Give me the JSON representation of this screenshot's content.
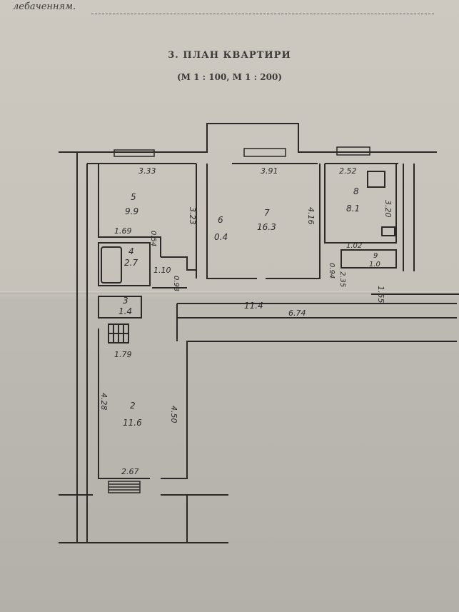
{
  "header": {
    "top_note": "лебаченням.",
    "title": "3. ПЛАН КВАРТИРИ",
    "scale": "(М 1 : 100, М 1 : 200)"
  },
  "rooms": [
    {
      "id": "room-1",
      "number": "",
      "area": "11.4"
    },
    {
      "id": "room-2",
      "number": "2",
      "area": "11.6"
    },
    {
      "id": "room-3",
      "number": "3",
      "area": "1.4"
    },
    {
      "id": "room-4",
      "number": "4",
      "area": "2.7"
    },
    {
      "id": "room-5",
      "number": "5",
      "area": "9.9"
    },
    {
      "id": "room-6",
      "number": "6",
      "area": "0.4"
    },
    {
      "id": "room-7",
      "number": "7",
      "area": "16.3"
    },
    {
      "id": "room-8",
      "number": "8",
      "area": "8.1"
    },
    {
      "id": "room-9",
      "number": "9",
      "area": "1.0"
    }
  ],
  "dimensions": {
    "r5_top": "3.33",
    "r7_top": "3.91",
    "r8_top": "2.52",
    "r5_right": "3.23",
    "r7_right": "4.16",
    "r8_right": "3.20",
    "r5_bottom": "1.69",
    "r4_top": "0.54",
    "r4_right": "1.10",
    "r6_left": "0.93",
    "r9_top": "1.02",
    "r9_left_a": "0.94",
    "r9_left_b": "2.35",
    "corridor_right": "1.55",
    "corridor_top": "6.74",
    "r2_top": "1.79",
    "r2_left": "4.28",
    "r2_right": "4.50",
    "r2_bottom": "2.67"
  }
}
